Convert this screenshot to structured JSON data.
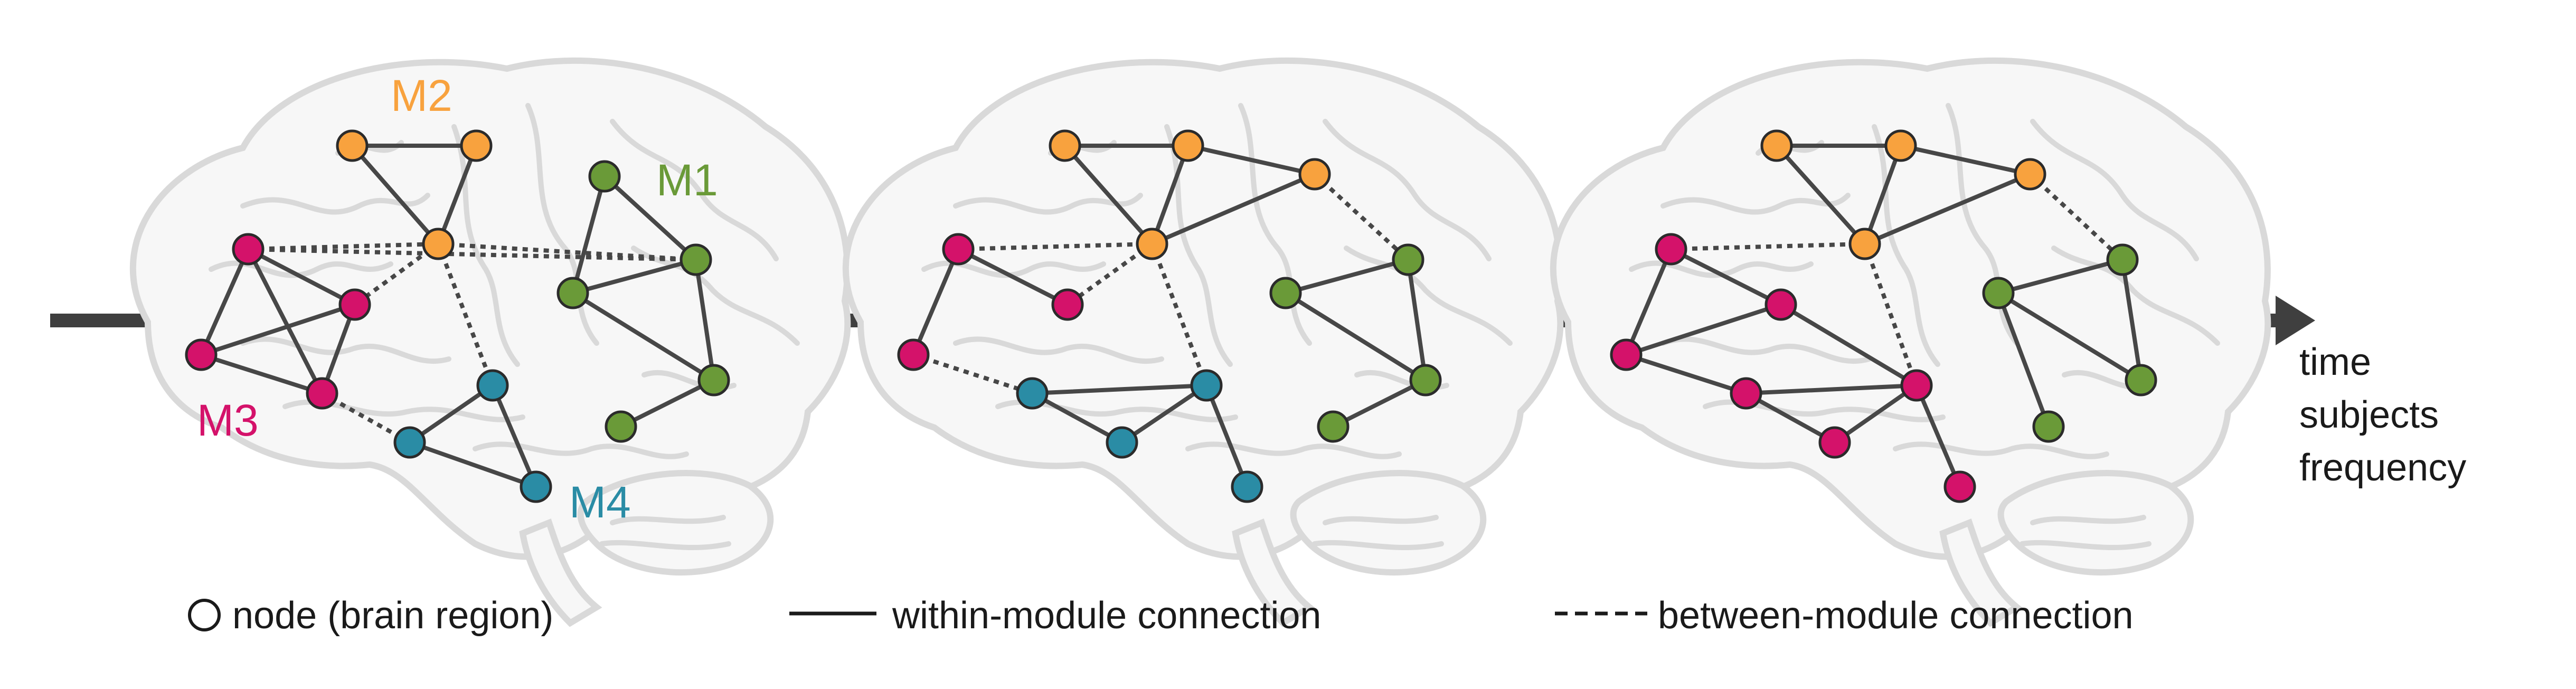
{
  "colors": {
    "M1": "#6a9a38",
    "M2": "#f8a23e",
    "M3": "#d4126a",
    "M4": "#2a8ca5",
    "edge": "#474747",
    "brain_outline": "#d9d9d9",
    "brain_fill": "#f7f7f7",
    "timeline": "#3f3f3f"
  },
  "module_labels": {
    "M1": "M1",
    "M2": "M2",
    "M3": "M3",
    "M4": "M4"
  },
  "axis_labels": [
    "time",
    "subjects",
    "frequency"
  ],
  "legend": {
    "node": "node (brain region)",
    "within": "within-module connection",
    "between": "between-module connection"
  },
  "icons": {
    "legend_node": "circle-outline-icon"
  }
}
